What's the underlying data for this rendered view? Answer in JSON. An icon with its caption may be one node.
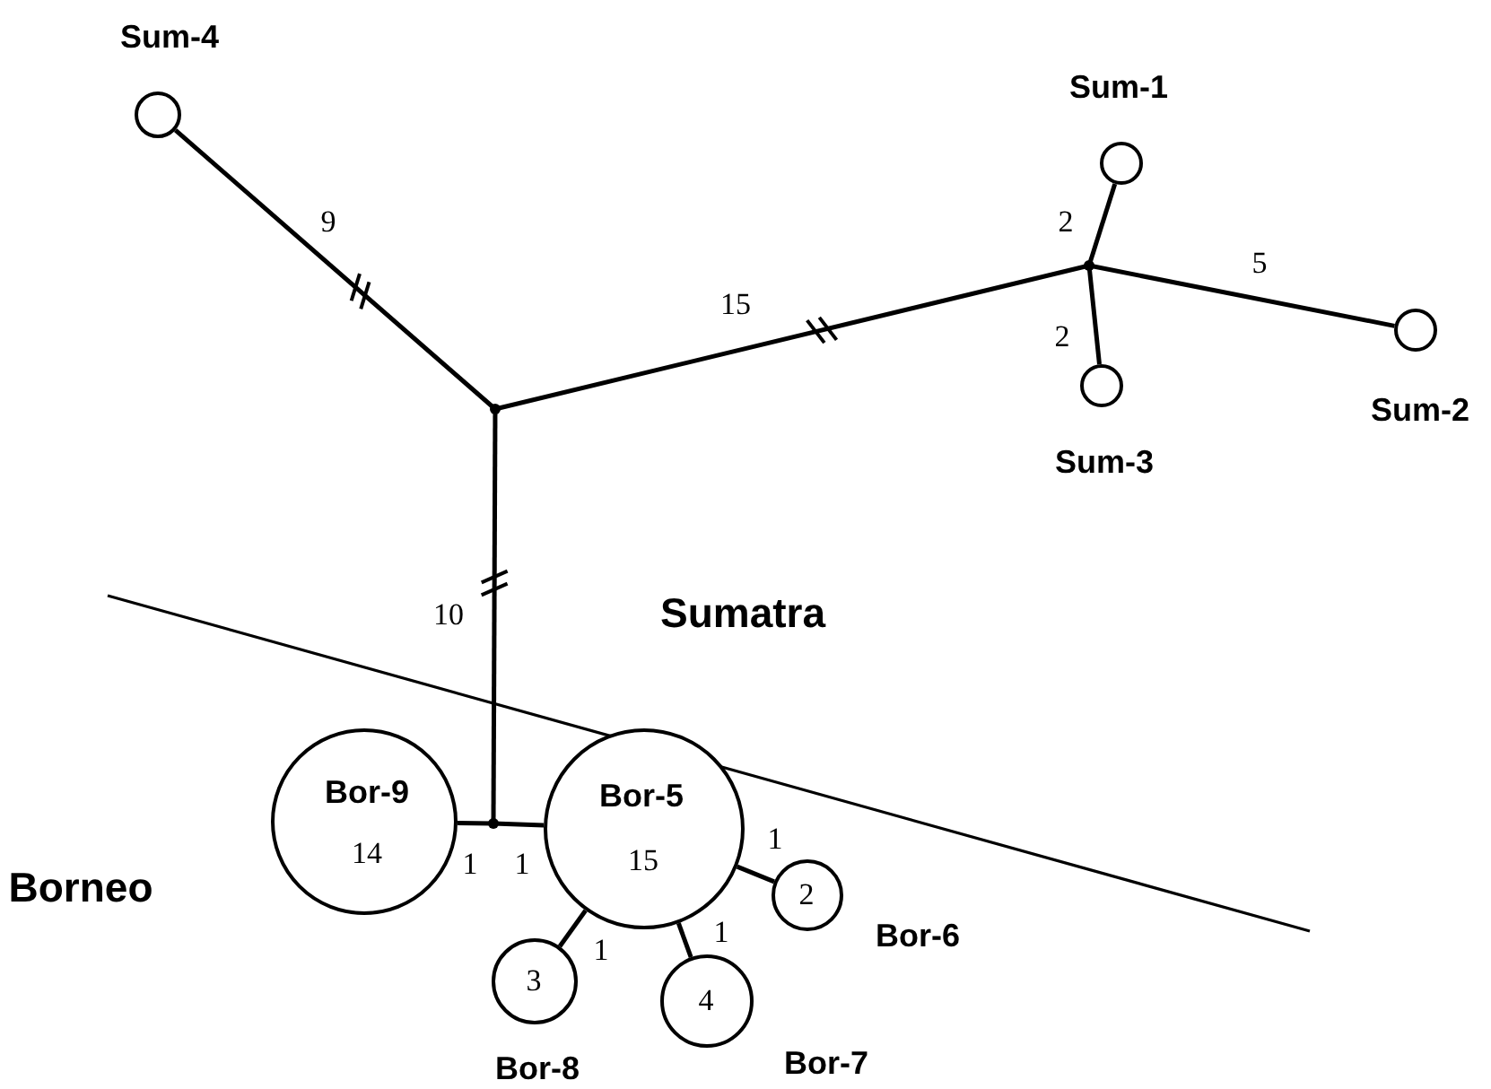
{
  "diagram": {
    "nodes": [
      {
        "text": [
          "Sum-4"
        ]
      },
      {
        "text": [
          "Sum-1"
        ]
      },
      {
        "text": [
          "Sum-2"
        ]
      },
      {
        "text": [
          "Sum-3"
        ]
      },
      {
        "text": [],
        "shape": "junction"
      },
      {
        "text": [],
        "shape": "junction"
      },
      {
        "text": [],
        "shape": "junction"
      },
      {
        "text": [
          "Bor-9",
          "14"
        ]
      },
      {
        "text": [
          "Bor-5",
          "15"
        ]
      },
      {
        "text": [
          "2"
        ],
        "beside": [
          "Bor-6"
        ]
      },
      {
        "text": [
          "3"
        ],
        "beside": [
          "Bor-8"
        ]
      },
      {
        "text": [
          "4"
        ],
        "beside": [
          "Bor-7"
        ]
      }
    ],
    "edges": [
      {
        "from": 0,
        "to": 5,
        "arrow": "none",
        "label": "9"
      },
      {
        "from": 5,
        "to": 4,
        "arrow": "none",
        "label": "15"
      },
      {
        "from": 4,
        "to": 1,
        "arrow": "none",
        "label": "2"
      },
      {
        "from": 4,
        "to": 3,
        "arrow": "none",
        "label": "2"
      },
      {
        "from": 4,
        "to": 2,
        "arrow": "none",
        "label": "5"
      },
      {
        "from": 5,
        "to": 6,
        "arrow": "none",
        "label": "10"
      },
      {
        "from": 6,
        "to": 7,
        "arrow": "none",
        "label": "1"
      },
      {
        "from": 6,
        "to": 8,
        "arrow": "none",
        "label": "1"
      },
      {
        "from": 8,
        "to": 9,
        "arrow": "none",
        "label": "1"
      },
      {
        "from": 8,
        "to": 10,
        "arrow": "none",
        "label": "1"
      },
      {
        "from": 8,
        "to": 11,
        "arrow": "none",
        "label": "1"
      }
    ],
    "labels": [
      "Sumatra",
      "Borneo"
    ]
  }
}
